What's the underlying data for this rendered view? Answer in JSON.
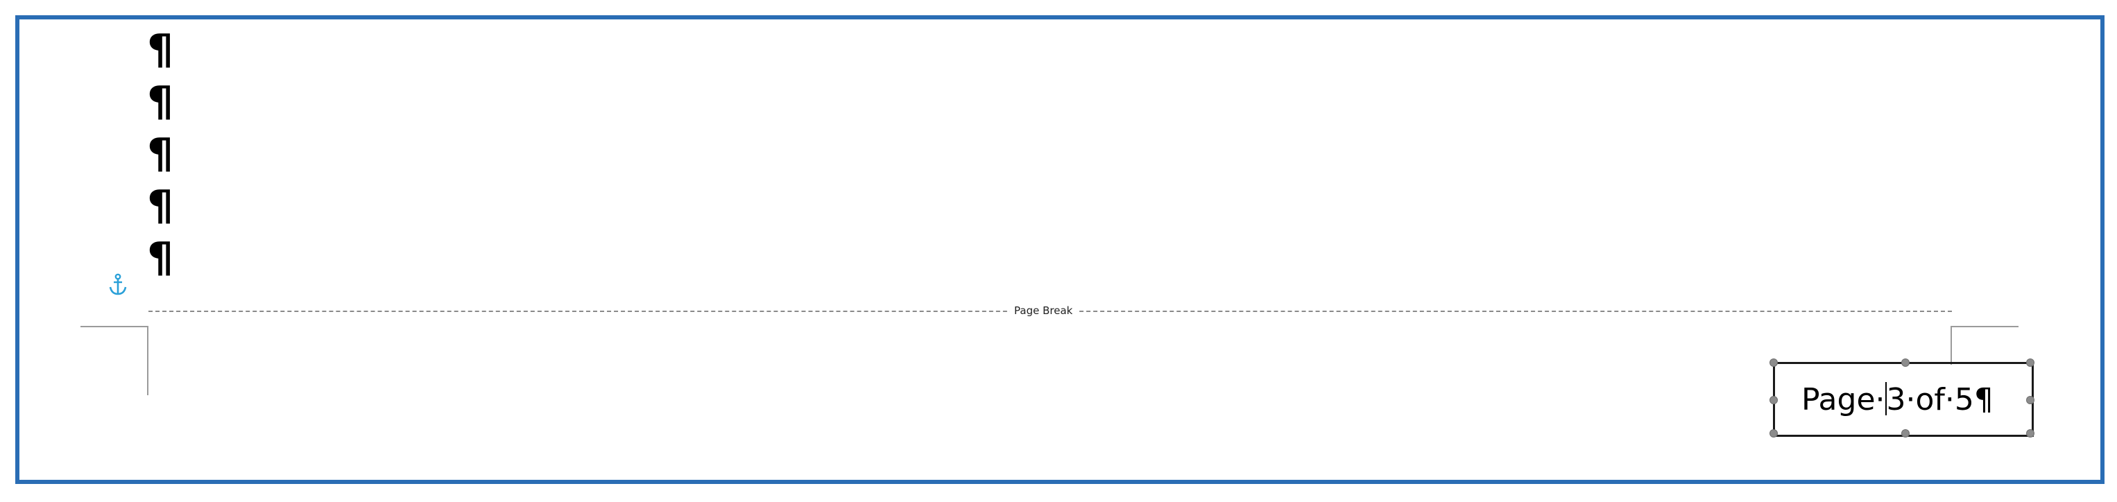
{
  "document": {
    "paragraph_marks": [
      "¶",
      "¶",
      "¶",
      "¶",
      "¶"
    ],
    "page_break_label": "Page Break",
    "anchor_icon": "anchor-icon"
  },
  "footer": {
    "page_number_prefix": "Page·",
    "page_number_current": "3",
    "page_number_middle": "·of·",
    "page_number_total": "5",
    "page_number_suffix": "¶"
  },
  "colors": {
    "frame_border": "#2a6db5",
    "anchor": "#2aa0d8",
    "page_break_line": "#8a8a8a",
    "handle": "#8c8c8c"
  }
}
